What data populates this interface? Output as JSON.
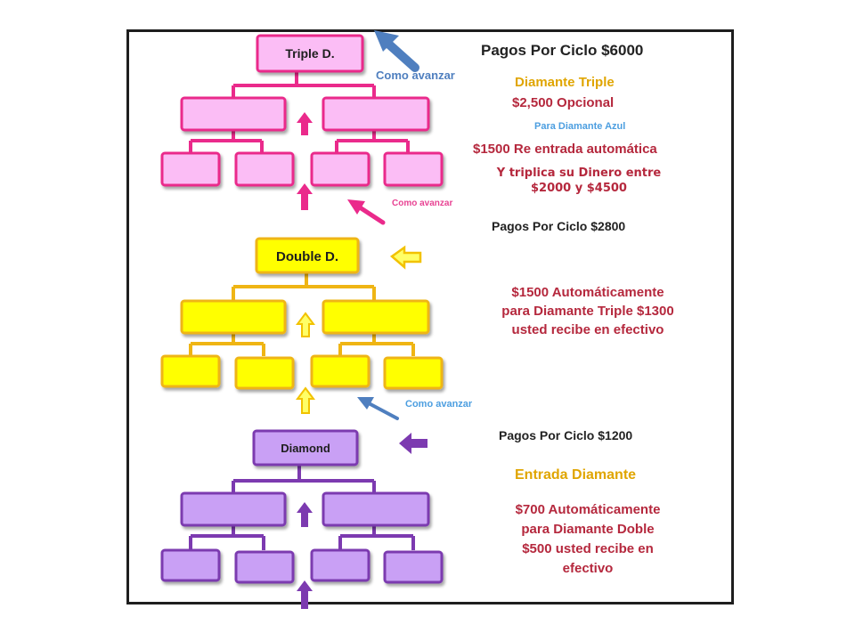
{
  "colors": {
    "pink_fill": "#fbbdf5",
    "pink_line": "#ea2a8b",
    "pink_text": "#e84393",
    "yellow_fill": "#ffff00",
    "yellow_line": "#efb514",
    "yellow_arrow": "#f2c200",
    "purple_fill": "#c9a0f5",
    "purple_line": "#7c3ab0",
    "blue_arrow": "#4f7fbf",
    "blue_text": "#4c9ee0",
    "gold_text": "#e0a500",
    "red_text": "#b5283d",
    "dark_text": "#222222"
  },
  "tiers": {
    "triple": {
      "label": "Triple D."
    },
    "double": {
      "label": "Double D."
    },
    "diamond": {
      "label": "Diamond"
    }
  },
  "arrows": {
    "como_top": "Como avanzar",
    "como_mid": "Como avanzar",
    "como_low": "Como avanzar"
  },
  "triple_info": {
    "pagos": "Pagos Por Ciclo $6000",
    "title": "Diamante Triple",
    "opcional": "$2,500 Opcional",
    "azul": "Para Diamante Azul",
    "reentrada_amount": "$1500",
    "reentrada_text": " Re entrada automática",
    "triplica_1": "Y triplica su Dinero entre",
    "triplica_2": "$2000 y $4500"
  },
  "double_info": {
    "pagos": "Pagos Por Ciclo $2800",
    "line1": "$1500 Automáticamente",
    "line2": "para Diamante Triple $1300",
    "line3": "usted recibe en efectivo"
  },
  "diamond_info": {
    "pagos": "Pagos Por Ciclo $1200",
    "title": "Entrada Diamante",
    "line1": "$700 Automáticamente",
    "line2": "para Diamante Doble",
    "line3": "$500 usted recibe en",
    "line4": "efectivo"
  }
}
